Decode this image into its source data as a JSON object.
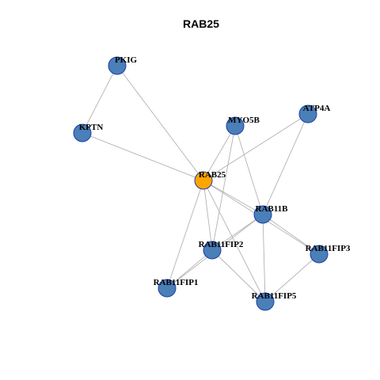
{
  "title": "RAB25",
  "colors": {
    "background": "#ffffff",
    "edge": "#b3b3b3",
    "node_fill": "#4a7fb8",
    "node_border": "#1f3ea8",
    "focus_fill": "#ffa500"
  },
  "nodes": [
    {
      "id": "PKIG",
      "label": "PKIG",
      "focus": false
    },
    {
      "id": "KPTN",
      "label": "KPTN",
      "focus": false
    },
    {
      "id": "MYO5B",
      "label": "MYO5B",
      "focus": false
    },
    {
      "id": "ATP4A",
      "label": "ATP4A",
      "focus": false
    },
    {
      "id": "RAB25",
      "label": "RAB25",
      "focus": true
    },
    {
      "id": "RAB11B",
      "label": "RAB11B",
      "focus": false
    },
    {
      "id": "RAB11FIP2",
      "label": "RAB11FIP2",
      "focus": false
    },
    {
      "id": "RAB11FIP3",
      "label": "RAB11FIP3",
      "focus": false
    },
    {
      "id": "RAB11FIP1",
      "label": "RAB11FIP1",
      "focus": false
    },
    {
      "id": "RAB11FIP5",
      "label": "RAB11FIP5",
      "focus": false
    }
  ],
  "edges": [
    [
      "PKIG",
      "KPTN"
    ],
    [
      "PKIG",
      "RAB25"
    ],
    [
      "KPTN",
      "RAB25"
    ],
    [
      "MYO5B",
      "RAB25"
    ],
    [
      "MYO5B",
      "RAB11B"
    ],
    [
      "MYO5B",
      "RAB11FIP2"
    ],
    [
      "ATP4A",
      "RAB25"
    ],
    [
      "ATP4A",
      "RAB11B"
    ],
    [
      "RAB25",
      "RAB11B"
    ],
    [
      "RAB25",
      "RAB11FIP2"
    ],
    [
      "RAB25",
      "RAB11FIP3"
    ],
    [
      "RAB25",
      "RAB11FIP1"
    ],
    [
      "RAB25",
      "RAB11FIP5"
    ],
    [
      "RAB11B",
      "RAB11FIP2"
    ],
    [
      "RAB11B",
      "RAB11FIP3"
    ],
    [
      "RAB11B",
      "RAB11FIP1"
    ],
    [
      "RAB11B",
      "RAB11FIP5"
    ],
    [
      "RAB11FIP2",
      "RAB11FIP1"
    ],
    [
      "RAB11FIP2",
      "RAB11FIP5"
    ],
    [
      "RAB11FIP3",
      "RAB11FIP5"
    ]
  ]
}
